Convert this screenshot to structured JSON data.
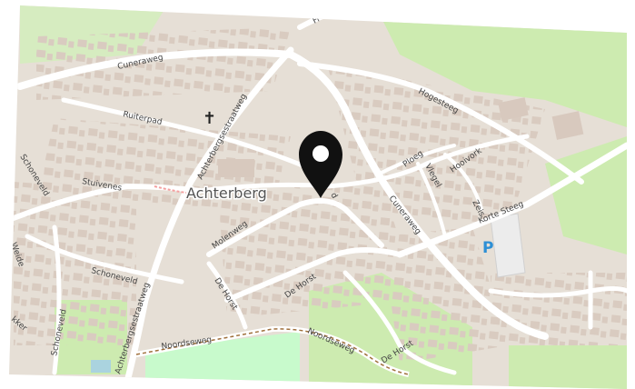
{
  "map": {
    "place_name": "Achterberg",
    "streets": {
      "cuneraweg_north": "Cuneraweg",
      "cuneraweg_east": "Cuneraweg",
      "ruiterpad": "Ruiterpad",
      "achterbergsestraatweg_north": "Achterbergsestraatweg",
      "achterbergsestraatweg_south": "Achterbergsestraatweg",
      "hogesteeg": "Hogesteeg",
      "ploeg": "Ploeg",
      "vlegel": "Vlegel",
      "hooivork": "Hooivork",
      "zeis": "Zeis",
      "korte_steeg": "Korte Steeg",
      "stuivenes": "Stuivenes",
      "schoneveld_west": "Schoneveld",
      "schoneveld_south": "Schoneveld",
      "schoneveld_vertical": "Schoneveld",
      "molenweg": "Molenweg",
      "de_horst_a": "De Horst",
      "de_horst_b": "De Horst",
      "de_horst_c": "De Horst",
      "noordseweg_a": "Noordseweg",
      "noordseweg_b": "Noordseweg",
      "friese": "Fr",
      "weide": "Weide",
      "akker": "kker",
      "pin_street_fragment": "d"
    },
    "parking_label": "P",
    "church_symbol": "✝",
    "colors": {
      "land": "#e6dfd6",
      "grass": "#cdebb0",
      "park": "#c8facc",
      "building": "#d8c9be",
      "road": "#ffffff",
      "parking": "#a3bde3",
      "pin": "#111111"
    }
  }
}
